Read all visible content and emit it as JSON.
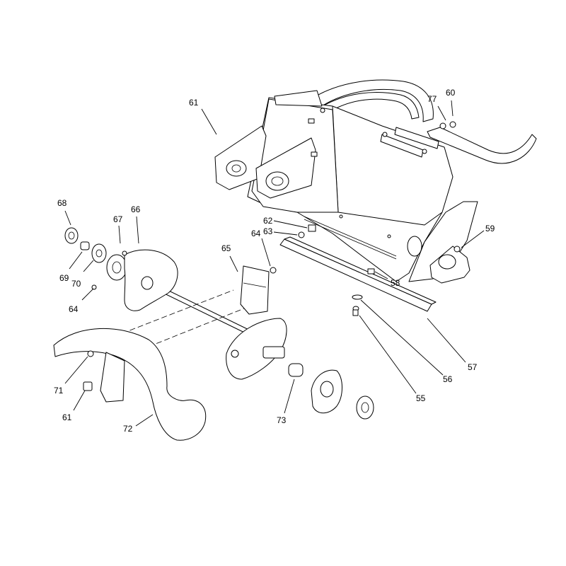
{
  "callouts": [
    {
      "id": "c61a",
      "label": "61"
    },
    {
      "id": "c77",
      "label": "77"
    },
    {
      "id": "c60",
      "label": "60"
    },
    {
      "id": "c68",
      "label": "68"
    },
    {
      "id": "c67",
      "label": "67"
    },
    {
      "id": "c66",
      "label": "66"
    },
    {
      "id": "c69",
      "label": "69"
    },
    {
      "id": "c70",
      "label": "70"
    },
    {
      "id": "c64a",
      "label": "64"
    },
    {
      "id": "c65",
      "label": "65"
    },
    {
      "id": "c64b",
      "label": "64"
    },
    {
      "id": "c62",
      "label": "62"
    },
    {
      "id": "c63",
      "label": "63"
    },
    {
      "id": "c59",
      "label": "59"
    },
    {
      "id": "c58",
      "label": "58"
    },
    {
      "id": "c57",
      "label": "57"
    },
    {
      "id": "c56",
      "label": "56"
    },
    {
      "id": "c55",
      "label": "55"
    },
    {
      "id": "c71",
      "label": "71"
    },
    {
      "id": "c61b",
      "label": "61"
    },
    {
      "id": "c72",
      "label": "72"
    },
    {
      "id": "c73",
      "label": "73"
    }
  ]
}
